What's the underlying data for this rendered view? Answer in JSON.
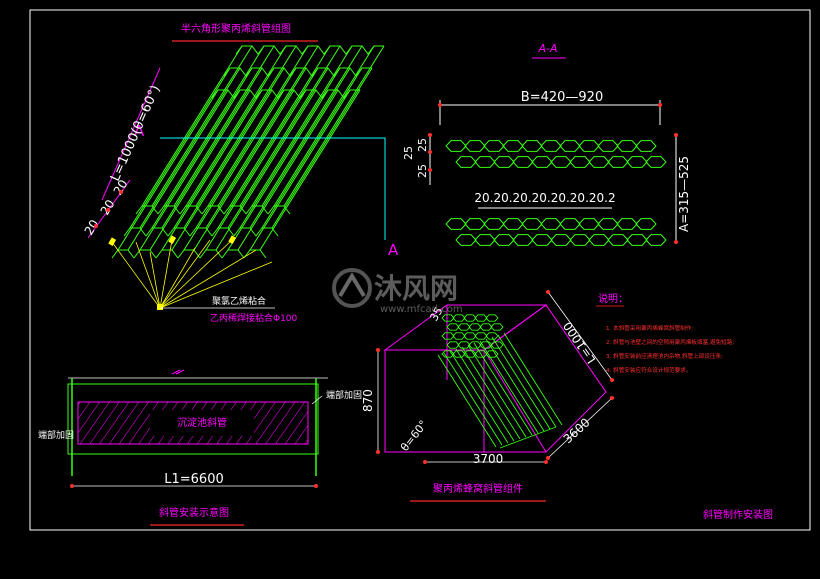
{
  "titles": {
    "hex_assembly": "半六角形聚丙烯斜管组图",
    "section": "A-A",
    "install": "斜管安装示意图",
    "module": "聚丙烯蜂窝斜管组件",
    "drawing_name": "斜管制作安装图"
  },
  "hex_assembly": {
    "length_label": "L=1000(θ=60°)",
    "dim_20a": "20",
    "dim_20b": "20",
    "dim_20c": "20",
    "section_mark_top": "A",
    "section_mark_bottom": "A",
    "note_line1": "聚氯乙烯粘合",
    "note_line2": "乙丙稀焊接粘合Φ100"
  },
  "section": {
    "width_label": "B=420—920",
    "height_label": "A=315—525",
    "dim_25a": "25",
    "dim_25b": "25",
    "dim_25c": "25",
    "spacing": "20.20.20.20.20.20.20.2"
  },
  "install": {
    "length_label": "L1=6600",
    "left_label": "端部加固",
    "right_label": "端部加固",
    "center_label": "沉淀池斜管"
  },
  "module": {
    "dim_height": "870",
    "dim_width": "3700",
    "dim_depth": "3600",
    "dim_length": "L=1000",
    "dim_angle": "θ=60°",
    "dim_tube": "35"
  },
  "notes": {
    "heading": "说明：",
    "items": [
      "1. 本斜管采用聚丙烯蜂窝斜管制作;",
      "2. 斜管与池壁之间的空隙用聚丙烯板填塞,避免短路;",
      "3. 斜管安装前应清理池内杂物,斜管上部设压条;",
      "4. 斜管安装应符合设计规范要求。"
    ]
  },
  "watermark": {
    "brand": "沐风网",
    "url": "www.mfcad.com"
  },
  "colors": {
    "green": "#39ff14",
    "white": "#ffffff",
    "magenta": "#ff00ff",
    "cyan": "#00ffff",
    "yellow": "#ffff00",
    "red": "#ff3030",
    "title_underline": "#d02020"
  }
}
